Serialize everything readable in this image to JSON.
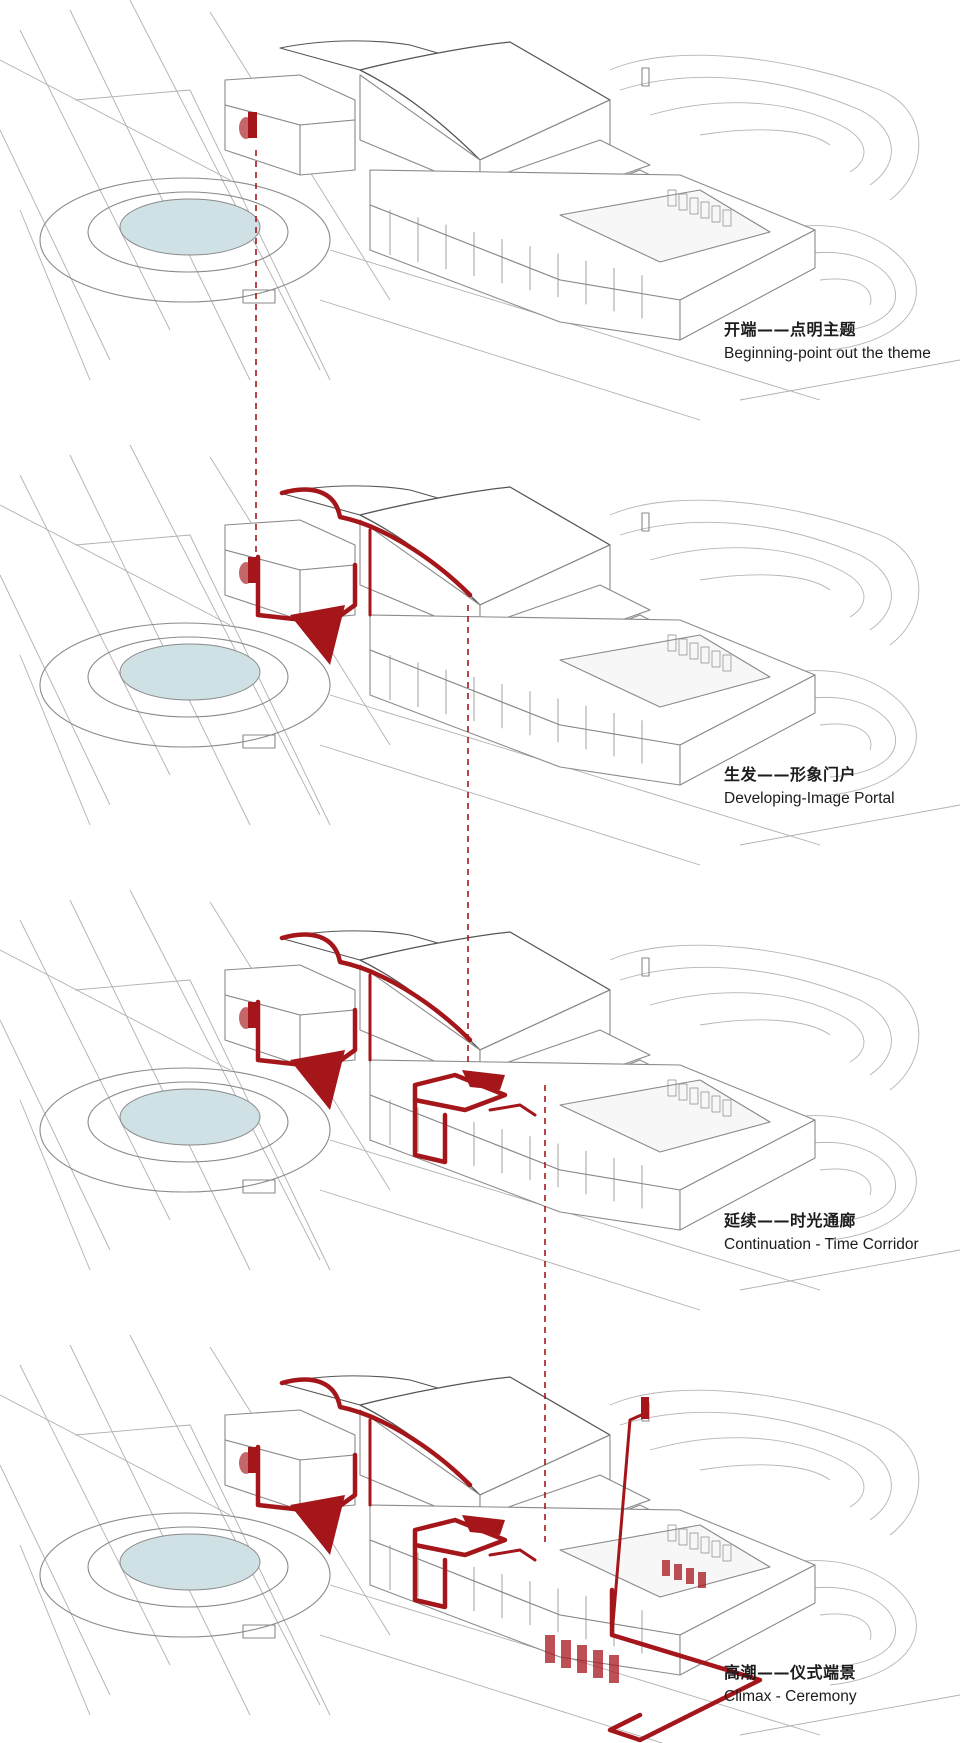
{
  "colors": {
    "line": "#8a8a8a",
    "roof_line": "#555555",
    "accent": "#a5161b",
    "pool_water": "#cfe1e4",
    "paper": "#ffffff"
  },
  "stages": [
    {
      "title_zh": "开端——点明主题",
      "title_en": "Beginning-point out the theme",
      "level": 1
    },
    {
      "title_zh": "生发——形象门户",
      "title_en": "Developing-Image Portal",
      "level": 2
    },
    {
      "title_zh": "延续——时光通廊",
      "title_en": "Continuation - Time Corridor",
      "level": 3
    },
    {
      "title_zh": "高潮——仪式端景",
      "title_en": "Climax - Ceremony",
      "level": 4
    }
  ]
}
